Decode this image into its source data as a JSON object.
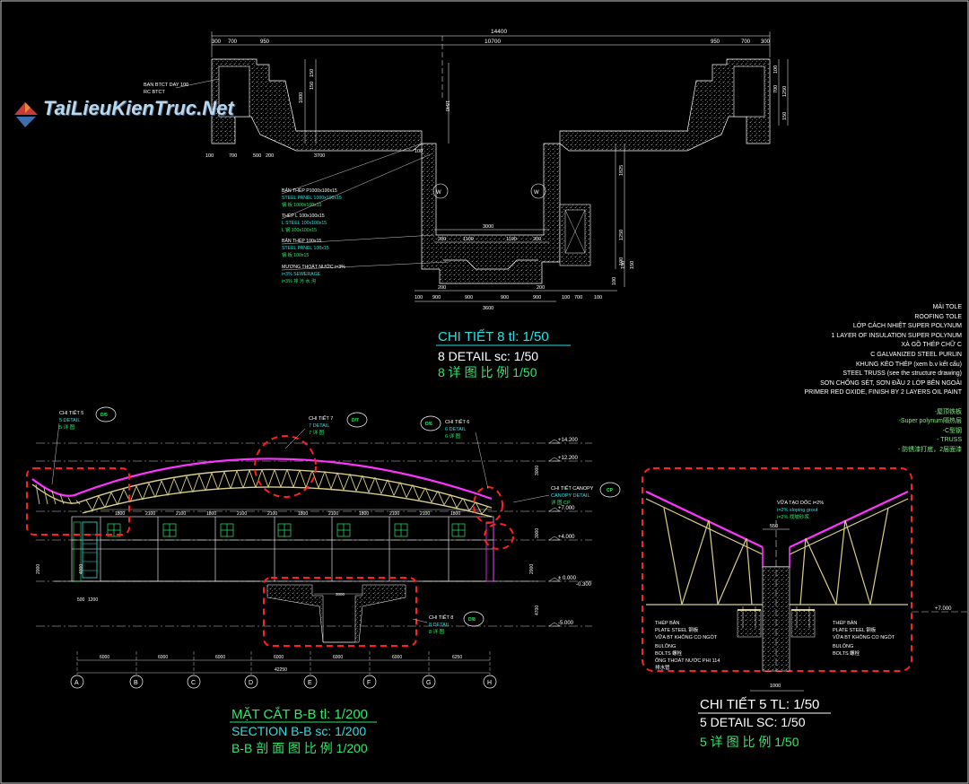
{
  "logo": {
    "text": "TaiLieuKienTruc.Net",
    "icon": "house-logo-icon"
  },
  "colors": {
    "background": "#000000",
    "wall_hatch": "#c9c9c9",
    "dim_line": "#ffffff",
    "truss": "#d8cf8a",
    "roof": "#ff33ff",
    "highlight": "#ff2020",
    "cyan": "#29e0e0",
    "green": "#2ee86a",
    "magenta": "#ff33ff",
    "white": "#ffffff"
  },
  "detail8": {
    "top_dims": [
      "14400",
      "10700",
      "950",
      "950",
      "700",
      "700",
      "300",
      "300"
    ],
    "labels_left": [
      "BAN BTCT DAY 100",
      "RC BTCT"
    ],
    "section_dims": [
      "3700",
      "500",
      "200",
      "700",
      "100",
      "100",
      "1840",
      "1000",
      "150",
      "150",
      "100",
      "700",
      "1250",
      "150",
      "1825",
      "1250",
      "100"
    ],
    "bottom_dims": [
      "3000",
      "1100",
      "1100",
      "200",
      "200",
      "200",
      "200",
      "100",
      "900",
      "900",
      "900",
      "900",
      "100",
      "700",
      "100",
      "3600",
      "100",
      "150",
      "150"
    ],
    "notes": [
      "BẢN THÉP P1000x100x15",
      "STEEL PANEL 1000x100x15",
      "钢 板 1000x100x15",
      "THÉP L 100x100x15",
      "L STEEL 100x100x15",
      "L 钢 100x100x15",
      "BẢN THÉP 100x15",
      "STEEL PANEL 100x15",
      "钢 板 100x15",
      "MƯƠNG THOÁT NƯỚC i=3%",
      "i=3% SEWERAGE",
      "i=3% 排 污 水 沟"
    ],
    "title_vn": "CHI TIẾT 8   tl: 1/50",
    "title_en": "8 DETAIL sc: 1/50",
    "title_zh": "8 详 图 比 例 1/50"
  },
  "roof_notes": {
    "lines": [
      {
        "text": "MÁI TOLE",
        "zh": false
      },
      {
        "text": "ROOFING TOLE",
        "zh": false
      },
      {
        "text": "LỚP CÁCH NHIỆT SUPER POLYNUM",
        "zh": false
      },
      {
        "text": "1 LAYER OF INSULATION SUPER POLYNUM",
        "zh": false
      },
      {
        "text": "XÀ GỒ THÉP CHỮ C",
        "zh": false
      },
      {
        "text": "C GALVANIZED STEEL PURLIN",
        "zh": false
      },
      {
        "text": "KHUNG KÈO THÉP (xem b.v kết cấu)",
        "zh": false
      },
      {
        "text": "STEEL TRUSS (see the structure drawing)",
        "zh": false
      },
      {
        "text": "SƠN CHỐNG SÉT, SƠN ĐẦU 2 LỚP BÊN NGOÀI",
        "zh": false
      },
      {
        "text": "PRIMER RED OXIDE,  FINISH BY 2 LAYERS OIL PAINT",
        "zh": false
      },
      {
        "text": "",
        "zh": true
      },
      {
        "text": "-屋顶铁板",
        "zh": true
      },
      {
        "text": "-Super polynum隔热层",
        "zh": true
      },
      {
        "text": "-C型钢",
        "zh": true
      },
      {
        "text": "- TRUSS",
        "zh": true
      },
      {
        "text": "- 防锈漆打底，2层面漆",
        "zh": true
      }
    ]
  },
  "section": {
    "callout_left": [
      "CHI TIẾT 5",
      "5 DETAIL",
      "5 详 图"
    ],
    "callout_left_tag": "D/5",
    "callout_mid": [
      "CHI TIẾT 7",
      "7 DETAIL",
      "7 详 图"
    ],
    "callout_mid_tag": "D/7",
    "callout_right": [
      "CHI TIẾT 6",
      "6 DETAIL",
      "6 详 图"
    ],
    "callout_right_tag": "D/6",
    "callout_canopy": [
      "CHI TIẾT CANOPY",
      "CANOPY DETAIL",
      "详 图 CP"
    ],
    "callout_canopy_tag": "CP",
    "callout_8": [
      "CHI TIẾT 8",
      "8 DETAIL",
      "8 详 图"
    ],
    "callout_8_tag": "D/8",
    "levels": [
      "+14.200",
      "+12.200",
      "+7.000",
      "+4.000",
      "± 0.000",
      "-0.300",
      "-5.000"
    ],
    "bay_dims": [
      "1800",
      "2100",
      "2100",
      "1800",
      "2100",
      "2100",
      "1800",
      "2100",
      "1800",
      "2100",
      "2100",
      "1800"
    ],
    "lower_dims": [
      "6000",
      "6000",
      "6000",
      "6000",
      "6000",
      "6000",
      "6250"
    ],
    "overall": "42250",
    "side_dims": [
      "500",
      "1200",
      "4000",
      "3000",
      "3000",
      "4700",
      "2000",
      "2000"
    ],
    "inner_dim": "3000",
    "grid": [
      "A",
      "B",
      "C",
      "D",
      "E",
      "F",
      "G",
      "H"
    ],
    "title_vn": "MẶT CẮT B-B tl: 1/200",
    "title_en": "SECTION B-B sc: 1/200",
    "title_zh": "B-B 剖 面 图 比 例 1/200"
  },
  "detail5": {
    "slope": [
      "VỮA TẠO DỐC i=2%",
      "i=2% sloping grout",
      "i=2% 找坡砂浆"
    ],
    "top_dim": "550",
    "bottom_dim": "1000",
    "level": "+7.000",
    "left_notes": [
      "THÉP BẢN",
      "PLATE STEEL 钢板",
      "VỮA BT KHÔNG CO NGÓT",
      "BULÔNG",
      "BOLTS  螺栓",
      "ỐNG THOÁT NƯỚC PHI 114",
      "排水管"
    ],
    "right_notes": [
      "THÉP BẢN",
      "PLATE STEEL 钢板",
      "VỮA BT KHÔNG CO NGÓT",
      "BULÔNG",
      "BOLTS  螺栓"
    ],
    "title_vn": "CHI TIẾT 5 TL: 1/50",
    "title_en": "5 DETAIL  SC: 1/50",
    "title_zh": "5 详 图 比 例 1/50"
  }
}
